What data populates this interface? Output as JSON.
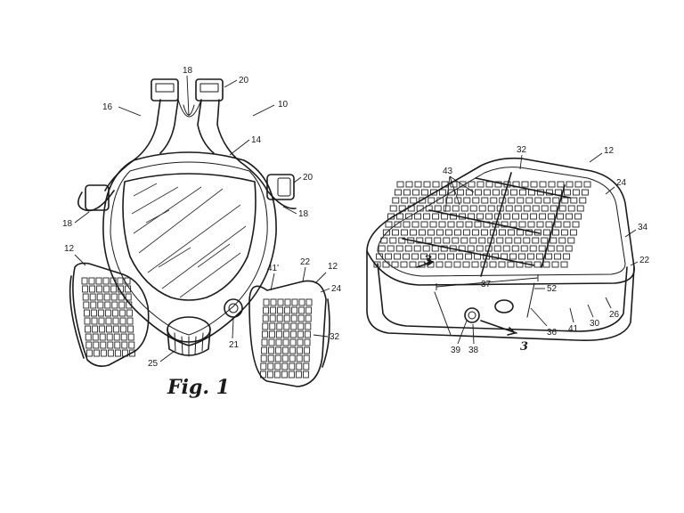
{
  "figure1": {
    "caption": "Fig. 1",
    "labels": {
      "mask": "10",
      "cartridge_left": "12",
      "cartridge_right": "12",
      "facepiece": "14",
      "harness": "16",
      "strap_center": "18",
      "strap_left": "18",
      "strap_right": "18",
      "buckle_top": "20",
      "buckle_side": "20",
      "port": "21",
      "housing": "22",
      "filter_face": "24",
      "valve": "25",
      "grid_ref": "32",
      "side_wall": "41'"
    }
  },
  "figure2": {
    "labels": {
      "cartridge": "12",
      "grid_ref": "32",
      "filter_face": "24",
      "rim": "34",
      "housing": "22",
      "openings": "43",
      "section_left": "3",
      "section_right": "3",
      "length": "37",
      "seam": "52",
      "front_panel": "36",
      "body": "41",
      "wall": "30",
      "side": "26",
      "fitting": "38",
      "fitting_base": "39"
    }
  }
}
